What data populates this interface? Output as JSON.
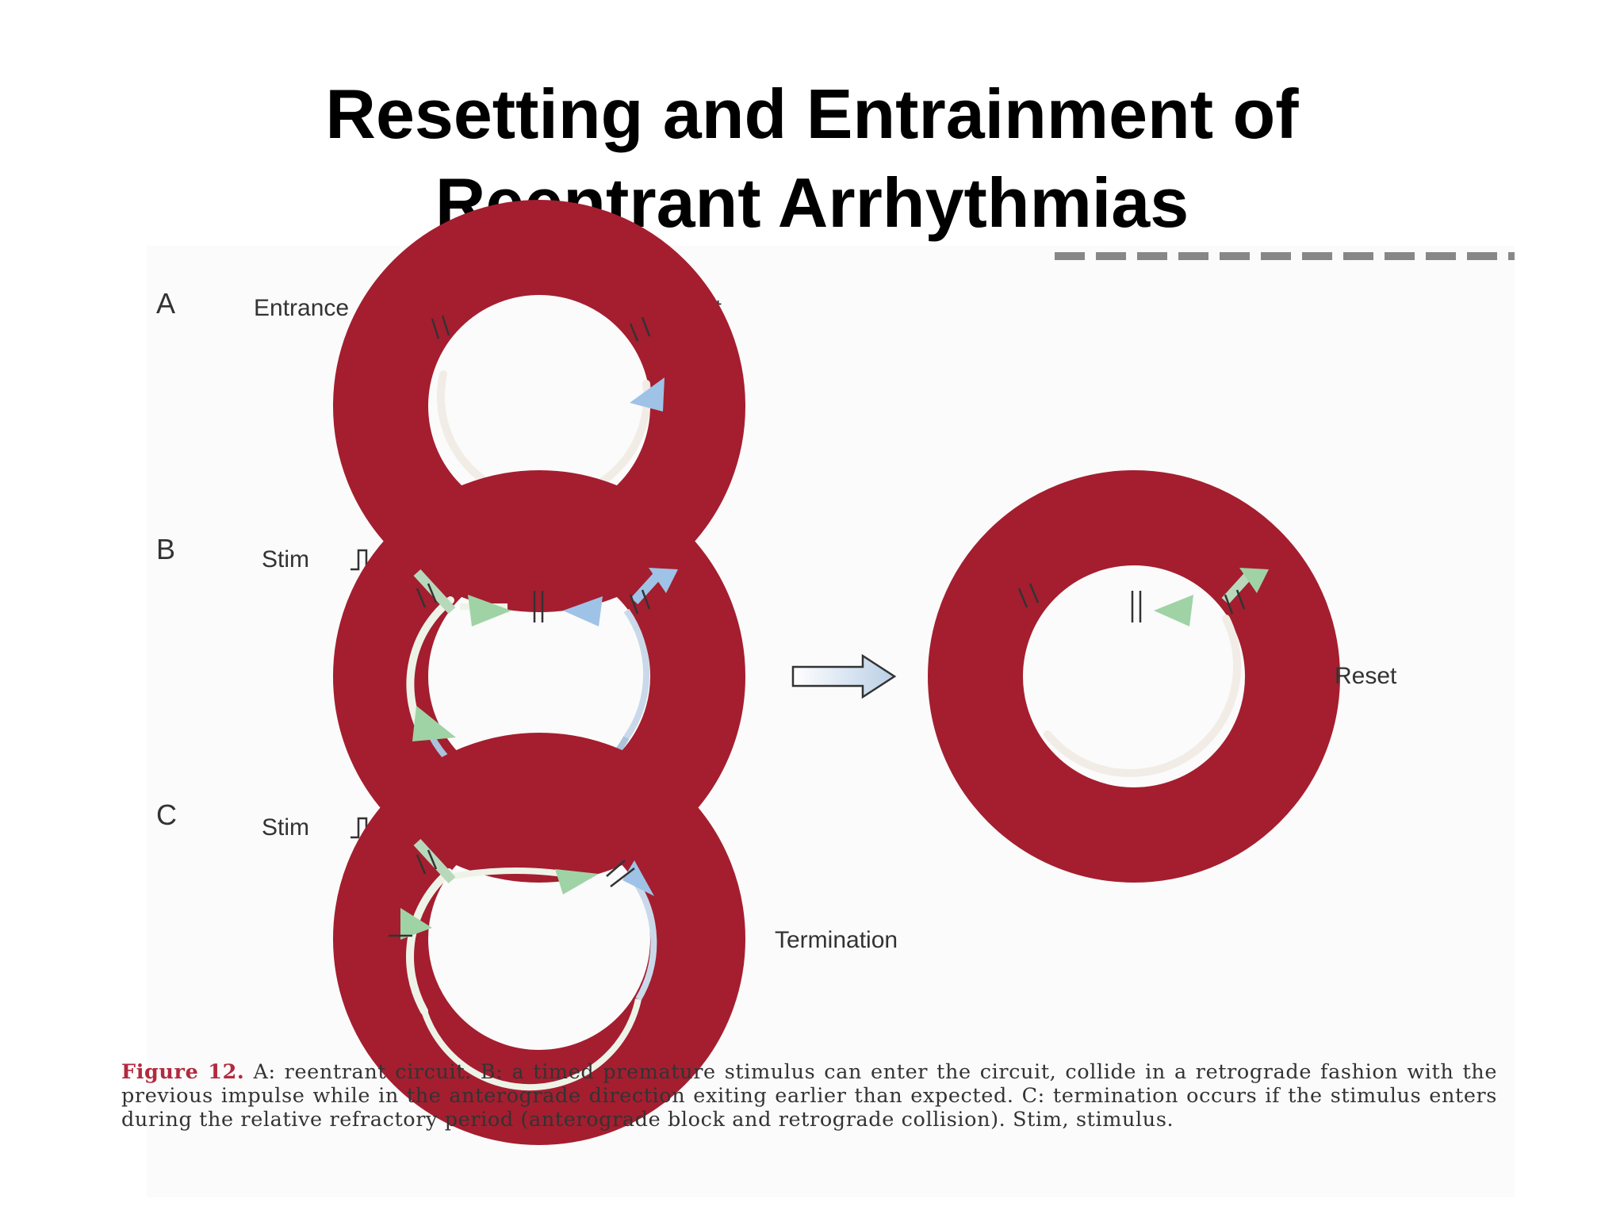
{
  "title": {
    "line1": "Resetting and Entrainment of",
    "line2": "Reentrant Arrhythmias"
  },
  "colors": {
    "ring": "#a41e2f",
    "inner": "#ffffff",
    "path": "#f2ece6",
    "green_arrow": "#9fd3a6",
    "blue_arrow": "#9ec3e6"
  },
  "panels": {
    "a": {
      "letter": "A",
      "entrance_label": "Entrance",
      "exit_label": "Exit"
    },
    "b": {
      "letter": "B",
      "stim_label": "Stim",
      "reset_label": "Reset"
    },
    "c": {
      "letter": "C",
      "stim_label": "Stim",
      "termination_label": "Termination"
    }
  },
  "caption": {
    "figure_label": "Figure 12.",
    "text": " A: reentrant circuit. B: a timed premature stimulus can enter the circuit, collide in a retrograde fashion with the previous impulse while in the anterograde direction exiting earlier than expected. C: termination occurs if the stimulus enters during the relative refractory period (anterograde block and retrograde collision). Stim, stimulus."
  }
}
